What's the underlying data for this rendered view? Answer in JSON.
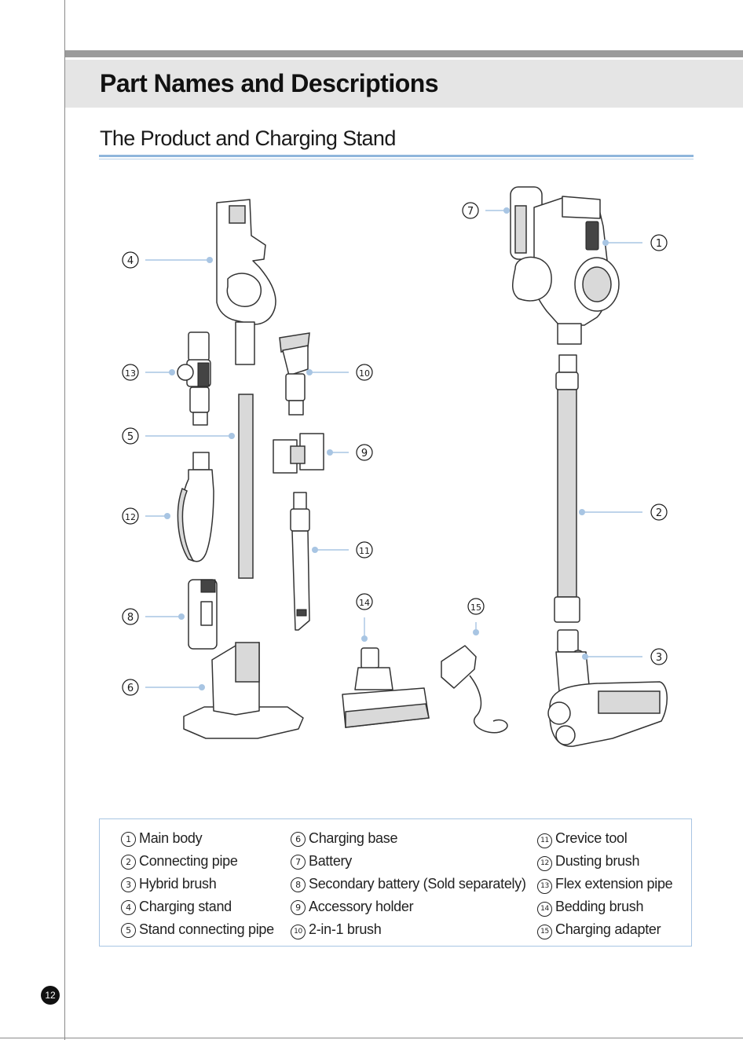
{
  "page": {
    "title": "Part Names and Descriptions",
    "section_title": "The Product and Charging Stand",
    "page_number": "12"
  },
  "callouts": {
    "c1": "1",
    "c2": "2",
    "c3": "3",
    "c4": "4",
    "c5": "5",
    "c6": "6",
    "c7": "7",
    "c8": "8",
    "c9": "9",
    "c10": "10",
    "c11": "11",
    "c12": "12",
    "c13": "13",
    "c14": "14",
    "c15": "15"
  },
  "legend": {
    "col1": [
      {
        "num": "1",
        "label": "Main body"
      },
      {
        "num": "2",
        "label": "Connecting pipe"
      },
      {
        "num": "3",
        "label": "Hybrid brush"
      },
      {
        "num": "4",
        "label": "Charging stand"
      },
      {
        "num": "5",
        "label": "Stand connecting pipe"
      }
    ],
    "col2": [
      {
        "num": "6",
        "label": "Charging base"
      },
      {
        "num": "7",
        "label": "Battery"
      },
      {
        "num": "8",
        "label": "Secondary battery (Sold separately)"
      },
      {
        "num": "9",
        "label": "Accessory holder"
      },
      {
        "num": "10",
        "label": "2-in-1 brush"
      }
    ],
    "col3": [
      {
        "num": "11",
        "label": "Crevice tool"
      },
      {
        "num": "12",
        "label": "Dusting brush"
      },
      {
        "num": "13",
        "label": "Flex extension pipe"
      },
      {
        "num": "14",
        "label": "Bedding brush"
      },
      {
        "num": "15",
        "label": "Charging adapter"
      }
    ]
  },
  "colors": {
    "accent": "#a8c5e3",
    "band": "#e5e5e5",
    "band_top": "#9b9b9b"
  }
}
